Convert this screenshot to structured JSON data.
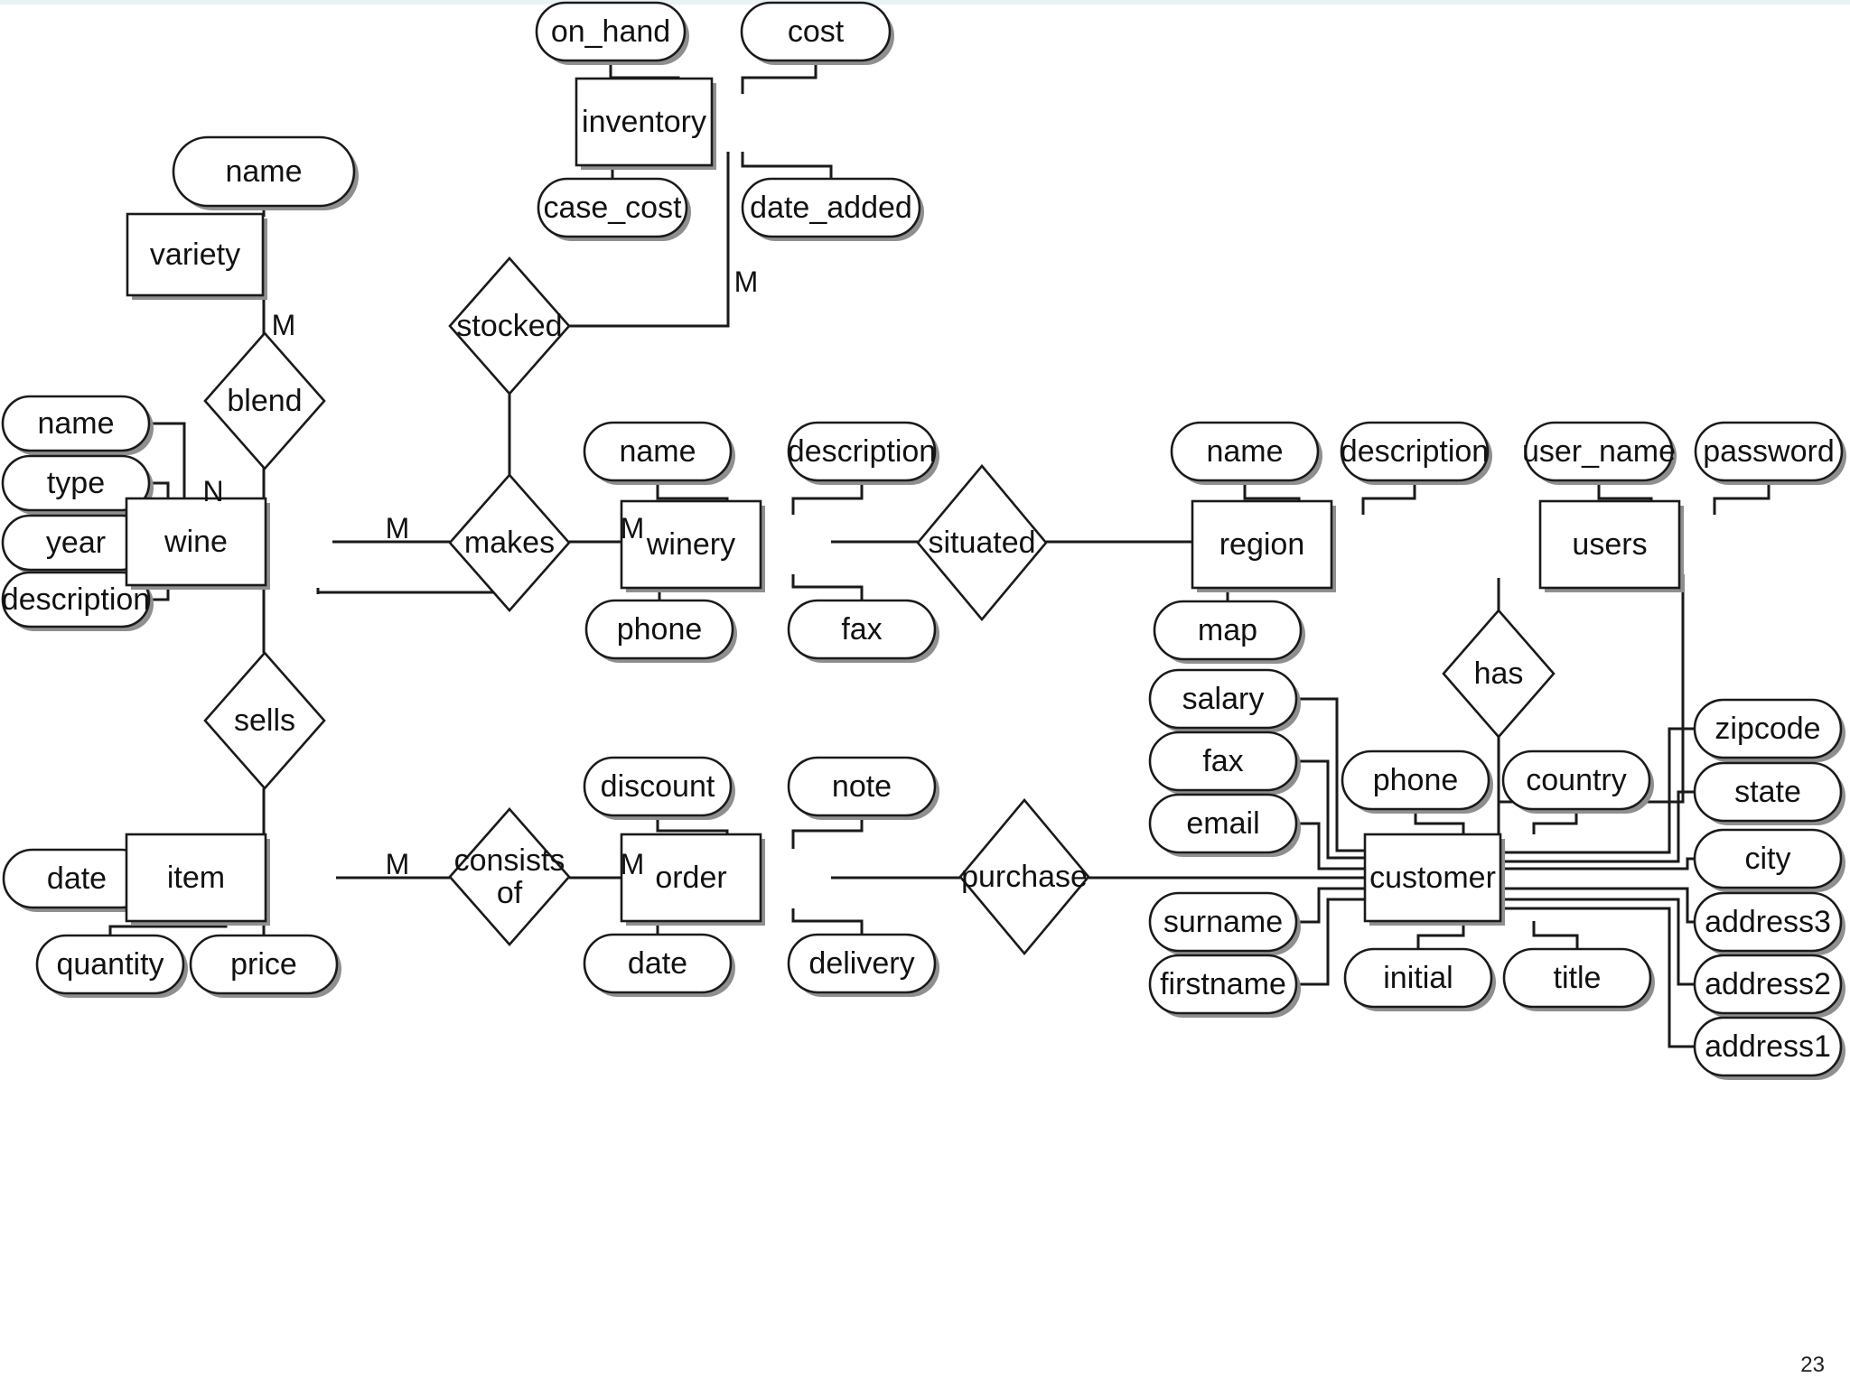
{
  "entities": [
    {
      "id": "inventory",
      "label": "inventory"
    },
    {
      "id": "variety",
      "label": "variety"
    },
    {
      "id": "wine",
      "label": "wine"
    },
    {
      "id": "winery",
      "label": "winery"
    },
    {
      "id": "region",
      "label": "region"
    },
    {
      "id": "users",
      "label": "users"
    },
    {
      "id": "item",
      "label": "item"
    },
    {
      "id": "order",
      "label": "order"
    },
    {
      "id": "customer",
      "label": "customer"
    }
  ],
  "relationships": [
    {
      "id": "stocked",
      "lines": [
        "stocked"
      ]
    },
    {
      "id": "blend",
      "lines": [
        "blend"
      ]
    },
    {
      "id": "makes",
      "lines": [
        "makes"
      ]
    },
    {
      "id": "situated",
      "lines": [
        "situated"
      ]
    },
    {
      "id": "has",
      "lines": [
        "has"
      ]
    },
    {
      "id": "sells",
      "lines": [
        "sells"
      ]
    },
    {
      "id": "consists-of",
      "lines": [
        "consists",
        "of"
      ]
    },
    {
      "id": "purchase",
      "lines": [
        "purchase"
      ]
    }
  ],
  "attributes": [
    {
      "id": "inventory-on-hand",
      "label": "on_hand"
    },
    {
      "id": "inventory-cost",
      "label": "cost"
    },
    {
      "id": "inventory-case-cost",
      "label": "case_cost"
    },
    {
      "id": "inventory-date-added",
      "label": "date_added"
    },
    {
      "id": "variety-name",
      "label": "name"
    },
    {
      "id": "wine-name",
      "label": "name"
    },
    {
      "id": "wine-type",
      "label": "type"
    },
    {
      "id": "wine-year",
      "label": "year"
    },
    {
      "id": "wine-description",
      "label": "description"
    },
    {
      "id": "winery-name",
      "label": "name"
    },
    {
      "id": "winery-description",
      "label": "description"
    },
    {
      "id": "winery-phone",
      "label": "phone"
    },
    {
      "id": "winery-fax",
      "label": "fax"
    },
    {
      "id": "region-name",
      "label": "name"
    },
    {
      "id": "region-description",
      "label": "description"
    },
    {
      "id": "region-map",
      "label": "map"
    },
    {
      "id": "users-user-name",
      "label": "user_name"
    },
    {
      "id": "users-password",
      "label": "password"
    },
    {
      "id": "item-date",
      "label": "date"
    },
    {
      "id": "item-quantity",
      "label": "quantity"
    },
    {
      "id": "item-price",
      "label": "price"
    },
    {
      "id": "order-discount",
      "label": "discount"
    },
    {
      "id": "order-note",
      "label": "note"
    },
    {
      "id": "order-date",
      "label": "date"
    },
    {
      "id": "order-delivery",
      "label": "delivery"
    },
    {
      "id": "customer-salary",
      "label": "salary"
    },
    {
      "id": "customer-fax",
      "label": "fax"
    },
    {
      "id": "customer-email",
      "label": "email"
    },
    {
      "id": "customer-surname",
      "label": "surname"
    },
    {
      "id": "customer-firstname",
      "label": "firstname"
    },
    {
      "id": "customer-phone",
      "label": "phone"
    },
    {
      "id": "customer-country",
      "label": "country"
    },
    {
      "id": "customer-initial",
      "label": "initial"
    },
    {
      "id": "customer-title",
      "label": "title"
    },
    {
      "id": "customer-zipcode",
      "label": "zipcode"
    },
    {
      "id": "customer-state",
      "label": "state"
    },
    {
      "id": "customer-city",
      "label": "city"
    },
    {
      "id": "customer-address3",
      "label": "address3"
    },
    {
      "id": "customer-address2",
      "label": "address2"
    },
    {
      "id": "customer-address1",
      "label": "address1"
    }
  ],
  "cardinalities": [
    {
      "id": "inventory-stocked",
      "label": "M"
    },
    {
      "id": "variety-blend",
      "label": "M"
    },
    {
      "id": "wine-blend",
      "label": "N"
    },
    {
      "id": "wine-makes",
      "label": "M"
    },
    {
      "id": "winery-makes",
      "label": "M"
    },
    {
      "id": "item-consists",
      "label": "M"
    },
    {
      "id": "order-consists",
      "label": "M"
    }
  ],
  "page_number": "23",
  "colors": {
    "line": "#1a1a1a",
    "shadow": "#8f8f8f",
    "fill": "#ffffff",
    "top_band": "#e9f2f4"
  }
}
